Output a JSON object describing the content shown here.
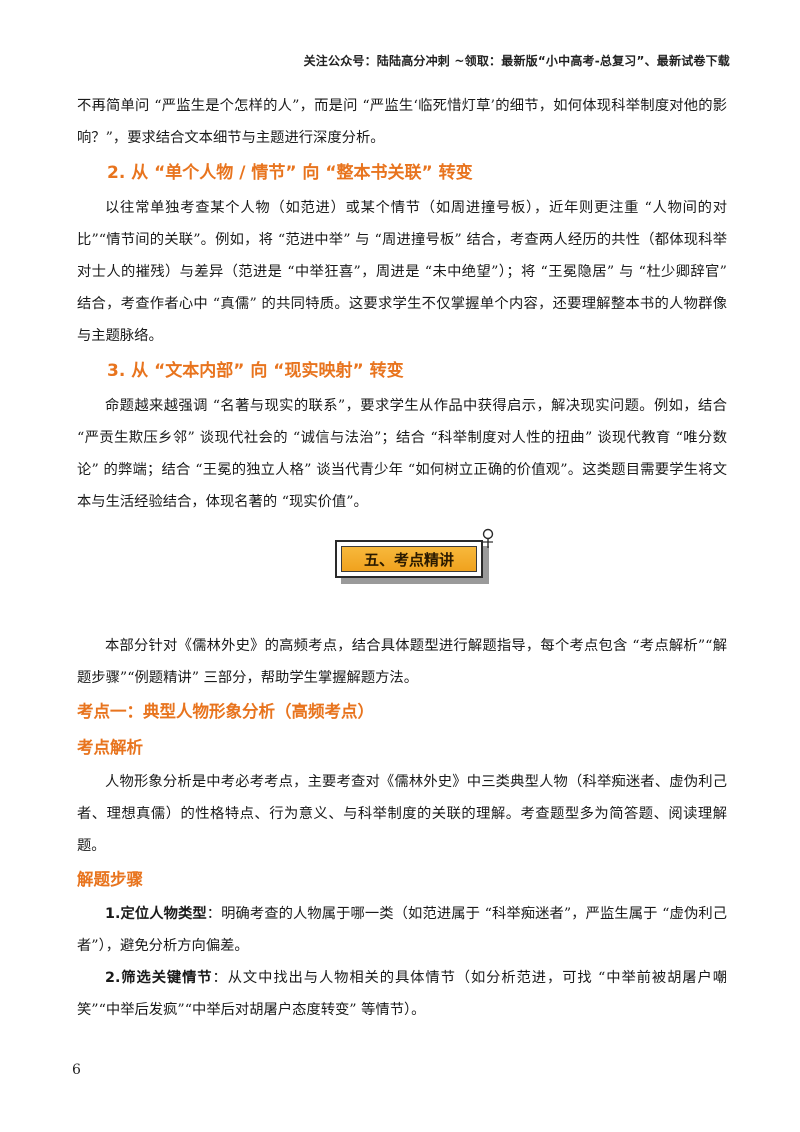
{
  "header": {
    "text": "关注公众号：陆陆高分冲刺  ~领取：最新版“小中高考-总复习”、最新试卷下载"
  },
  "section_intro": {
    "para": "不再简单问 “严监生是个怎样的人”，而是问 “严监生‘临死惜灯草’的细节，如何体现科举制度对他的影响？”，要求结合文本细节与主题进行深度分析。"
  },
  "trend2": {
    "heading": "2. 从 “单个人物 / 情节” 向 “整本书关联” 转变",
    "para": "以往常单独考查某个人物（如范进）或某个情节（如周进撞号板），近年则更注重 “人物间的对比”“情节间的关联”。例如，将 “范进中举” 与 “周进撞号板” 结合，考查两人经历的共性（都体现科举对士人的摧残）与差异（范进是 “中举狂喜”，周进是 “未中绝望”）；将 “王冕隐居” 与 “杜少卿辞官” 结合，考查作者心中 “真儒” 的共同特质。这要求学生不仅掌握单个内容，还要理解整本书的人物群像与主题脉络。"
  },
  "trend3": {
    "heading": "3. 从 “文本内部” 向 “现实映射” 转变",
    "para": "命题越来越强调 “名著与现实的联系”，要求学生从作品中获得启示，解决现实问题。例如，结合 “严贡生欺压乡邻” 谈现代社会的 “诚信与法治”；结合 “科举制度对人性的扭曲” 谈现代教育 “唯分数论” 的弊端；结合 “王冕的独立人格” 谈当代青少年 “如何树立正确的价值观”。这类题目需要学生将文本与生活经验结合，体现名著的 “现实价值”。"
  },
  "banner": {
    "label": "五、考点精讲"
  },
  "part5": {
    "intro": "本部分针对《儒林外史》的高频考点，结合具体题型进行解题指导，每个考点包含 “考点解析”“解题步骤”“例题精讲” 三部分，帮助学生掌握解题方法。",
    "point1_title": "考点一：典型人物形象分析（高频考点）",
    "analysis_title": "考点解析",
    "analysis_para": "人物形象分析是中考必考考点，主要考查对《儒林外史》中三类典型人物（科举痴迷者、虚伪利己者、理想真儒）的性格特点、行为意义、与科举制度的关联的理解。考查题型多为简答题、阅读理解题。",
    "steps_title": "解题步骤",
    "step1_label": "1.定位人物类型",
    "step1_text": "：明确考查的人物属于哪一类（如范进属于 “科举痴迷者”，严监生属于 “虚伪利己者”），避免分析方向偏差。",
    "step2_label": "2.筛选关键情节",
    "step2_text": "：从文中找出与人物相关的具体情节（如分析范进，可找 “中举前被胡屠户嘲笑”“中举后发疯”“中举后对胡屠户态度转变” 等情节）。"
  },
  "footer": {
    "page_number": "6"
  }
}
